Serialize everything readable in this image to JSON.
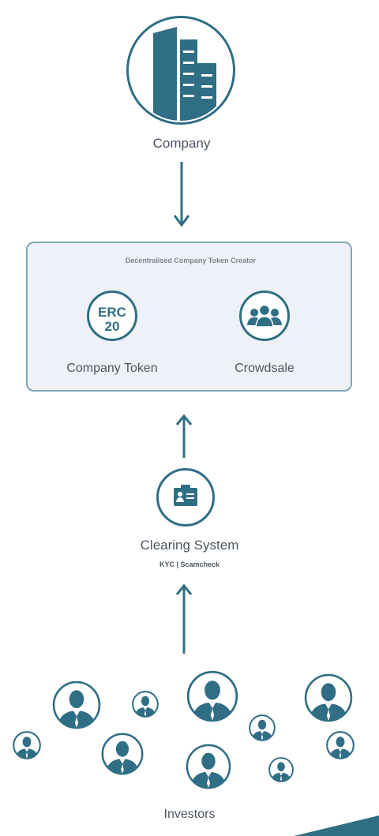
{
  "company": {
    "label": "Company"
  },
  "creator": {
    "title": "Decentralised Company Token Creator",
    "token": {
      "line1": "ERC",
      "line2": "20",
      "label": "Company Token"
    },
    "crowdsale": {
      "label": "Crowdsale"
    }
  },
  "clearing": {
    "label": "Clearing System",
    "sublabel": "KYC | Scamcheck"
  },
  "investors": {
    "label": "Investors"
  },
  "icons": {
    "company": "building-icon",
    "crowdsale": "group-people-icon",
    "clearing": "id-card-icon",
    "investor": "person-icon"
  },
  "colors": {
    "accent": "#2f6e85",
    "box_border": "#7ea6b9",
    "box_fill": "#eef2f8",
    "text": "#4a5562"
  }
}
